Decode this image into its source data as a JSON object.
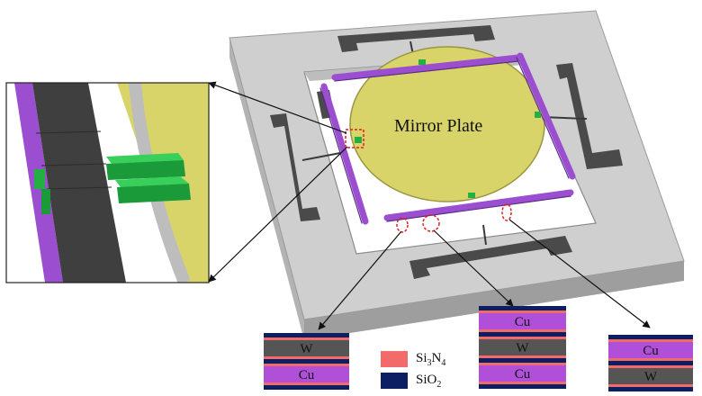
{
  "colors": {
    "gold": "#d8d46a",
    "purple": "#9b4fd0",
    "green": "#22b043",
    "frame_top": "#cfcfcf",
    "frame_side": "#9e9e9e",
    "electrode": "#4a4a4a",
    "sin": "#f26a6a",
    "sio2": "#0c1f63",
    "w": "#555555",
    "cu": "#b04fd8"
  },
  "mirror_label": "Mirror Plate",
  "legend": {
    "sin_label": "Si3N4",
    "sio2_label": "SiO2"
  },
  "stacks": {
    "left": [
      {
        "layer": "W",
        "label": "W"
      },
      {
        "layer": "Cu",
        "label": "Cu"
      }
    ],
    "middle": [
      {
        "layer": "Cu",
        "label": "Cu"
      },
      {
        "layer": "W",
        "label": "W"
      },
      {
        "layer": "Cu",
        "label": "Cu"
      }
    ],
    "right": [
      {
        "layer": "Cu",
        "label": "Cu"
      },
      {
        "layer": "W",
        "label": "W"
      }
    ]
  }
}
